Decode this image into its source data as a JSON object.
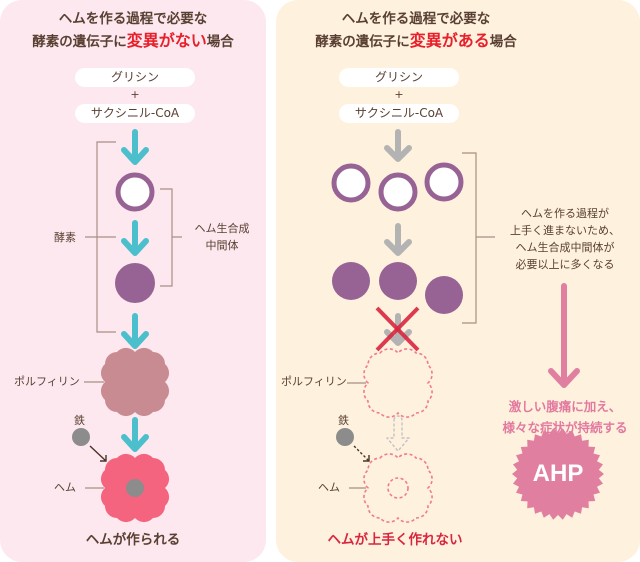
{
  "left_panel": {
    "title_line1": "ヘムを作る過程で必要な",
    "title_line2_prefix": "酵素の遺伝子に",
    "title_line2_highlight": "変異がない",
    "title_line2_suffix": "場合",
    "substrate_1": "グリシン",
    "plus": "+",
    "substrate_2": "サクシニル-CoA",
    "enzyme_label": "酵素",
    "intermediate_label_line1": "ヘム生合成",
    "intermediate_label_line2": "中間体",
    "porphyrin_label": "ポルフィリン",
    "iron_label": "鉄",
    "heme_label": "ヘム",
    "result": "ヘムが作られる"
  },
  "right_panel": {
    "title_line1": "ヘムを作る過程で必要な",
    "title_line2_prefix": "酵素の遺伝子に",
    "title_line2_highlight": "変異がある",
    "title_line2_suffix": "場合",
    "substrate_1": "グリシン",
    "plus": "+",
    "substrate_2": "サクシニル-CoA",
    "accumulation_note": [
      "ヘムを作る過程が",
      "上手く進まないため、",
      "ヘム生合成中間体が",
      "必要以上に多くなる"
    ],
    "symptom_note": [
      "激しい腹痛に加え、",
      "様々な症状が持続する"
    ],
    "badge": "AHP",
    "porphyrin_label": "ポルフィリン",
    "iron_label": "鉄",
    "heme_label": "ヘム",
    "result": "ヘムが上手く作れない"
  },
  "colors": {
    "left_bg": "#fce8ee",
    "right_bg": "#fef1de",
    "text": "#5a4033",
    "highlight_red": "#e8202c",
    "teal_arrow": "#4bbfcb",
    "gray_arrow": "#b3b3b3",
    "purple": "#976394",
    "porphyrin": "#c98b92",
    "heme": "#f4647f",
    "iron": "#8c8c8c",
    "cross": "#d8263f",
    "pink_accent": "#e07fa0",
    "result_fail": "#d8263f"
  }
}
